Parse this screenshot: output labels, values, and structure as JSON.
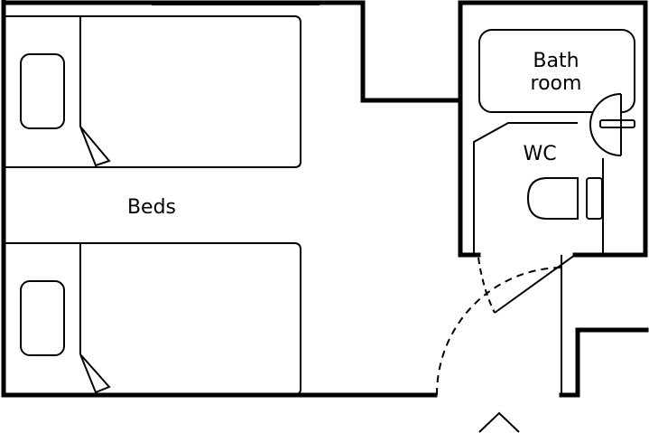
{
  "plan": {
    "beds_label": "Beds",
    "bathroom_label_line1": "Bath",
    "bathroom_label_line2": "room",
    "wc_label": "WC"
  },
  "colors": {
    "wall": "#000000",
    "fixture": "#000000",
    "background": "#ffffff"
  },
  "icons": {
    "entrance": "up-arrow-chevron"
  }
}
